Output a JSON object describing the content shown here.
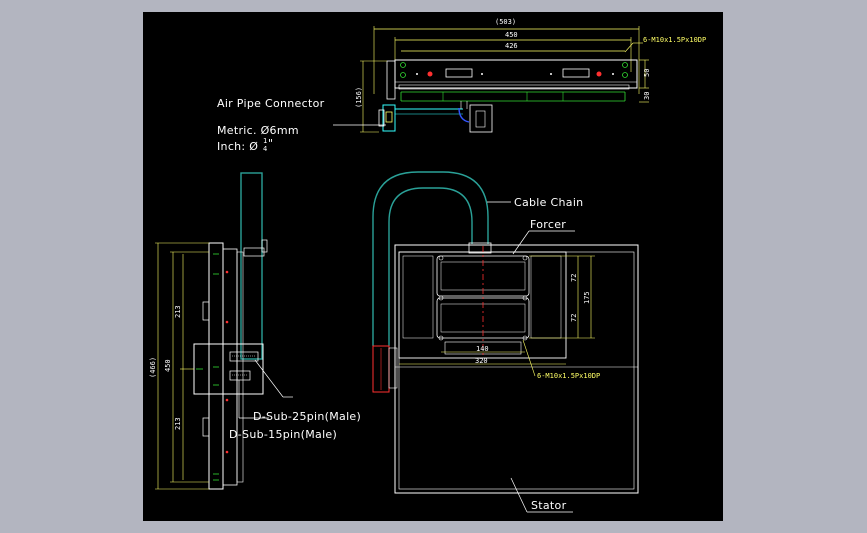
{
  "labels": {
    "air_pipe_connector": "Air Pipe Connector",
    "metric": "Metric. Ø6mm",
    "inch": "Inch: Ø",
    "inch_frac": "1",
    "inch_frac_den": "4",
    "inch_mark": "\"",
    "cable_chain": "Cable Chain",
    "forcer": "Forcer",
    "dsub25": "D-Sub-25pin(Male)",
    "dsub15": "D-Sub-15pin(Male)",
    "stator": "Stator"
  },
  "dims": {
    "top_overall": "(503)",
    "top_450": "450",
    "top_426": "426",
    "top_holes": "6-M10x1.5Px10DP",
    "top_50": "50",
    "top_30": "30",
    "top_156": "(156)",
    "left_466": "(466)",
    "left_450": "450",
    "left_213a": "213",
    "left_213b": "213",
    "forcer_140": "140",
    "forcer_320": "320",
    "forcer_72a": "72",
    "forcer_72b": "72",
    "forcer_175": "175",
    "forcer_holes": "6-M10x1.5Px10DP"
  },
  "colors": {
    "background": "#b3b5c0",
    "canvas": "#000000",
    "outline": "#ffffff",
    "dimension": "#ffff66",
    "chain": "#2aa198",
    "green": "#33dd33",
    "red": "#ff3030",
    "cyan": "#33ffff",
    "blue": "#3355ff"
  }
}
